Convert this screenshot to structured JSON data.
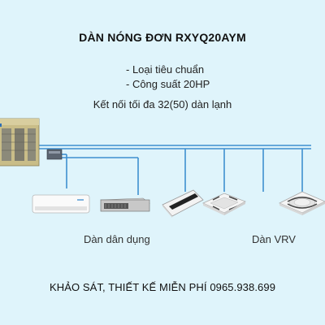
{
  "title": "DÀN NÓNG ĐƠN RXYQ20AYM",
  "specs": [
    "- Loại tiêu chuẩn",
    "- Công suất 20HP"
  ],
  "connection_text": "Kết nối tối đa 32(50) dàn lạnh",
  "labels": {
    "residential": "Dàn dân dụng",
    "vrv": "Dàn VRV"
  },
  "footer": "KHẢO SÁT, THIẾT KẾ MIỄN PHÍ 0965.938.699",
  "colors": {
    "background": "#dff4fb",
    "pipe": "#3f8fd0",
    "unit_body": "#c9bd88"
  },
  "icons": [
    "outdoor-unit-icon",
    "branch-box-icon",
    "wall-mounted-unit-icon",
    "ducted-unit-icon",
    "one-way-cassette-icon",
    "four-way-cassette-icon",
    "round-flow-cassette-icon"
  ]
}
